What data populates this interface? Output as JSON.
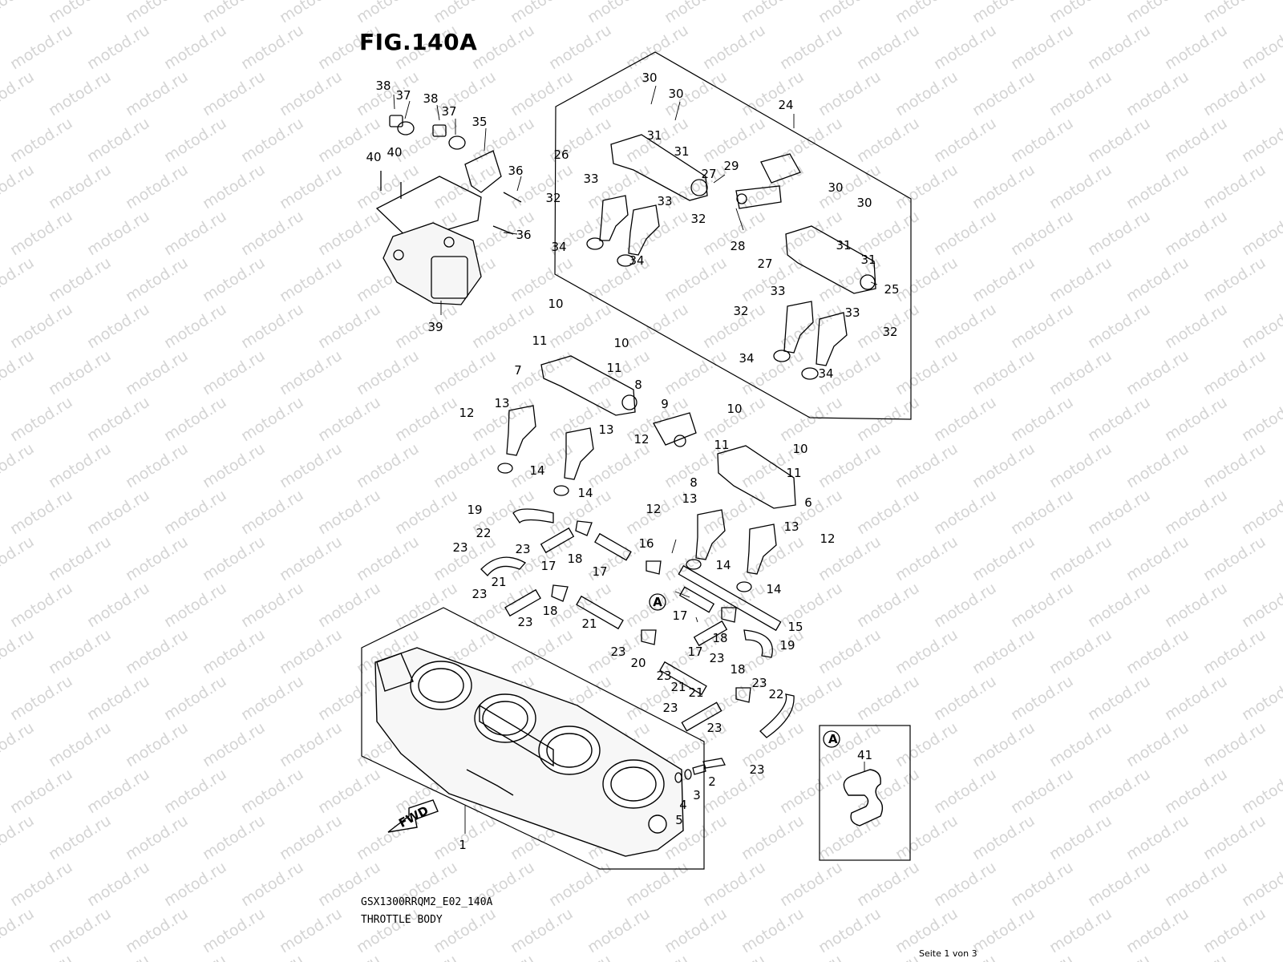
{
  "figure": {
    "title": "FIG.140A",
    "code": "GSX1300RRQM2_E02_140A",
    "caption": "THROTTLE BODY",
    "page": "Seite 1 von 3"
  },
  "watermark": "motod.ru",
  "inset": {
    "marker": "A",
    "part": "41"
  },
  "fwd_label": "FWD",
  "callouts": [
    {
      "id": "c38a",
      "text": "38"
    },
    {
      "id": "c37a",
      "text": "37"
    },
    {
      "id": "c38b",
      "text": "38"
    },
    {
      "id": "c37b",
      "text": "37"
    },
    {
      "id": "c35",
      "text": "35"
    },
    {
      "id": "c40a",
      "text": "40"
    },
    {
      "id": "c40b",
      "text": "40"
    },
    {
      "id": "c36a",
      "text": "36"
    },
    {
      "id": "c36b",
      "text": "36"
    },
    {
      "id": "c39",
      "text": "39"
    },
    {
      "id": "c30a",
      "text": "30"
    },
    {
      "id": "c30b",
      "text": "30"
    },
    {
      "id": "c24",
      "text": "24"
    },
    {
      "id": "c31a",
      "text": "31"
    },
    {
      "id": "c31b",
      "text": "31"
    },
    {
      "id": "c26",
      "text": "26"
    },
    {
      "id": "c29",
      "text": "29"
    },
    {
      "id": "c27a",
      "text": "27"
    },
    {
      "id": "c33a",
      "text": "33"
    },
    {
      "id": "c33b",
      "text": "33"
    },
    {
      "id": "c32a",
      "text": "32"
    },
    {
      "id": "c32b",
      "text": "32"
    },
    {
      "id": "c28",
      "text": "28"
    },
    {
      "id": "c30c",
      "text": "30"
    },
    {
      "id": "c30d",
      "text": "30"
    },
    {
      "id": "c31c",
      "text": "31"
    },
    {
      "id": "c31d",
      "text": "31"
    },
    {
      "id": "c27b",
      "text": "27"
    },
    {
      "id": "c34a",
      "text": "34"
    },
    {
      "id": "c34b",
      "text": "34"
    },
    {
      "id": "c25",
      "text": "25"
    },
    {
      "id": "c33c",
      "text": "33"
    },
    {
      "id": "c33d",
      "text": "33"
    },
    {
      "id": "c32c",
      "text": "32"
    },
    {
      "id": "c32d",
      "text": "32"
    },
    {
      "id": "c34c",
      "text": "34"
    },
    {
      "id": "c34d",
      "text": "34"
    },
    {
      "id": "c10a",
      "text": "10"
    },
    {
      "id": "c10b",
      "text": "10"
    },
    {
      "id": "c11a",
      "text": "11"
    },
    {
      "id": "c11b",
      "text": "11"
    },
    {
      "id": "c7",
      "text": "7"
    },
    {
      "id": "c8a",
      "text": "8"
    },
    {
      "id": "c9",
      "text": "9"
    },
    {
      "id": "c13a",
      "text": "13"
    },
    {
      "id": "c12a",
      "text": "12"
    },
    {
      "id": "c13b",
      "text": "13"
    },
    {
      "id": "c12b",
      "text": "12"
    },
    {
      "id": "c14a",
      "text": "14"
    },
    {
      "id": "c14b",
      "text": "14"
    },
    {
      "id": "c10c",
      "text": "10"
    },
    {
      "id": "c10d",
      "text": "10"
    },
    {
      "id": "c11c",
      "text": "11"
    },
    {
      "id": "c11d",
      "text": "11"
    },
    {
      "id": "c8b",
      "text": "8"
    },
    {
      "id": "c6",
      "text": "6"
    },
    {
      "id": "c13c",
      "text": "13"
    },
    {
      "id": "c12c",
      "text": "12"
    },
    {
      "id": "c13d",
      "text": "13"
    },
    {
      "id": "c12d",
      "text": "12"
    },
    {
      "id": "c14c",
      "text": "14"
    },
    {
      "id": "c14d",
      "text": "14"
    },
    {
      "id": "c19a",
      "text": "19"
    },
    {
      "id": "c22a",
      "text": "22"
    },
    {
      "id": "c23a",
      "text": "23"
    },
    {
      "id": "c23b",
      "text": "23"
    },
    {
      "id": "c17a",
      "text": "17"
    },
    {
      "id": "c18a",
      "text": "18"
    },
    {
      "id": "c17b",
      "text": "17"
    },
    {
      "id": "c16",
      "text": "16"
    },
    {
      "id": "c23c",
      "text": "23"
    },
    {
      "id": "c21a",
      "text": "21"
    },
    {
      "id": "c23d",
      "text": "23"
    },
    {
      "id": "c18b",
      "text": "18"
    },
    {
      "id": "c21b",
      "text": "21"
    },
    {
      "id": "c23e",
      "text": "23"
    },
    {
      "id": "c20",
      "text": "20"
    },
    {
      "id": "cA",
      "text": "A"
    },
    {
      "id": "c17c",
      "text": "17"
    },
    {
      "id": "c18c",
      "text": "18"
    },
    {
      "id": "c17d",
      "text": "17"
    },
    {
      "id": "c15",
      "text": "15"
    },
    {
      "id": "c19b",
      "text": "19"
    },
    {
      "id": "c23f",
      "text": "23"
    },
    {
      "id": "c21c",
      "text": "21"
    },
    {
      "id": "c23g",
      "text": "23"
    },
    {
      "id": "c18d",
      "text": "18"
    },
    {
      "id": "c23h",
      "text": "23"
    },
    {
      "id": "c21d",
      "text": "21"
    },
    {
      "id": "c22b",
      "text": "22"
    },
    {
      "id": "c23i",
      "text": "23"
    },
    {
      "id": "c23j",
      "text": "23"
    },
    {
      "id": "c23k",
      "text": "23"
    },
    {
      "id": "c2",
      "text": "2"
    },
    {
      "id": "c3",
      "text": "3"
    },
    {
      "id": "c4",
      "text": "4"
    },
    {
      "id": "c5",
      "text": "5"
    },
    {
      "id": "c1",
      "text": "1"
    }
  ]
}
